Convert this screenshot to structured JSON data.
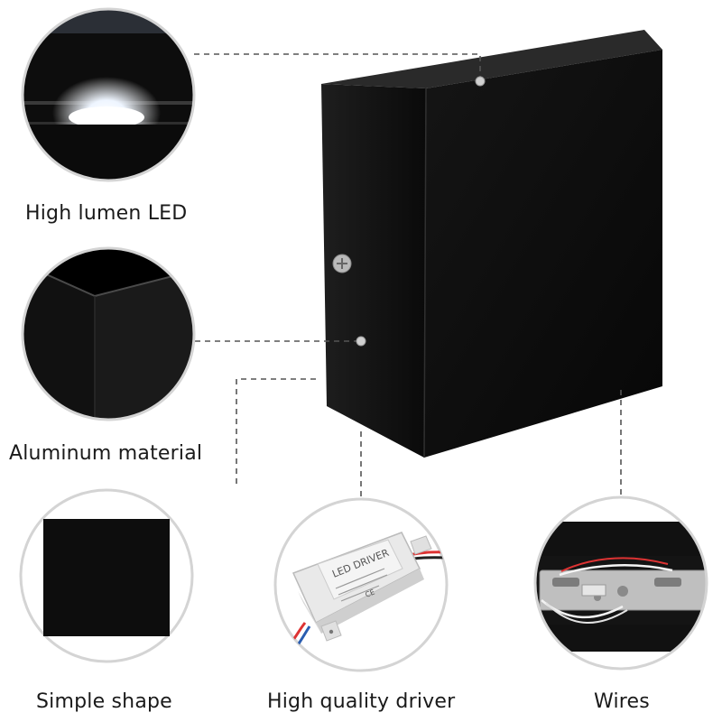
{
  "captions": {
    "led": "High lumen LED",
    "material": "Aluminum material",
    "shape": "Simple shape",
    "driver": "High quality driver",
    "wires": "Wires"
  },
  "driver_label": {
    "title": "LED DRIVER",
    "ce_mark": "CE"
  },
  "colors": {
    "product_body": "#0d0d0d",
    "callout_ring": "#d4d4d4",
    "dash_line": "#555555",
    "caption_text": "#1a1a1a"
  }
}
